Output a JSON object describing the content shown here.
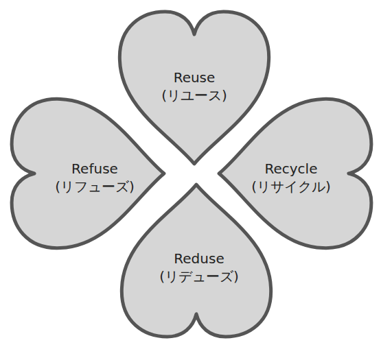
{
  "diagram": {
    "nodes": [
      {
        "text": [
          "Reuse (リユース)"
        ]
      },
      {
        "text": [
          "Refuse (リフューズ)"
        ]
      },
      {
        "text": [
          "Recycle (リサイクル)"
        ]
      },
      {
        "text": [
          "Reduse (リデューズ)"
        ]
      }
    ]
  }
}
